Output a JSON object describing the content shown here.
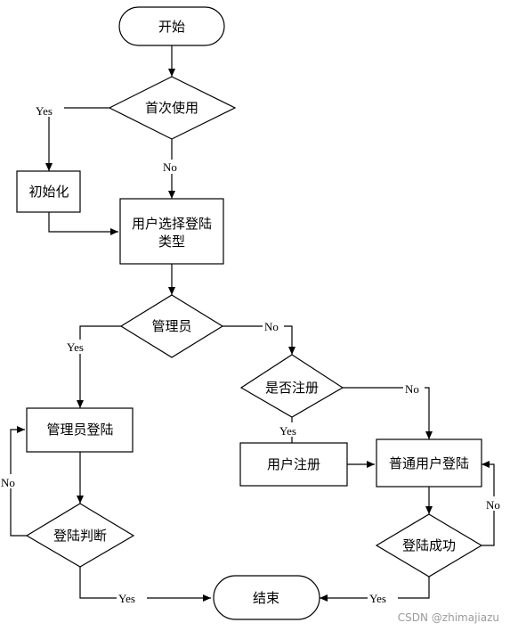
{
  "nodes": {
    "start": "开始",
    "first_use": "首次使用",
    "init": "初始化",
    "select_type_l1": "用户选择登陆",
    "select_type_l2": "类型",
    "is_admin": "管理员",
    "is_registered": "是否注册",
    "admin_login": "管理员登陆",
    "user_register": "用户注册",
    "user_login": "普通用户登陆",
    "login_check": "登陆判断",
    "login_success": "登陆成功",
    "end": "结束"
  },
  "edges": {
    "first_use_yes": "Yes",
    "first_use_no": "No",
    "admin_yes": "Yes",
    "admin_no": "No",
    "registered_yes": "Yes",
    "registered_no": "No",
    "check_no": "No",
    "check_yes": "Yes",
    "success_no": "No",
    "success_yes": "Yes"
  },
  "watermark": "CSDN @zhimajiazu"
}
